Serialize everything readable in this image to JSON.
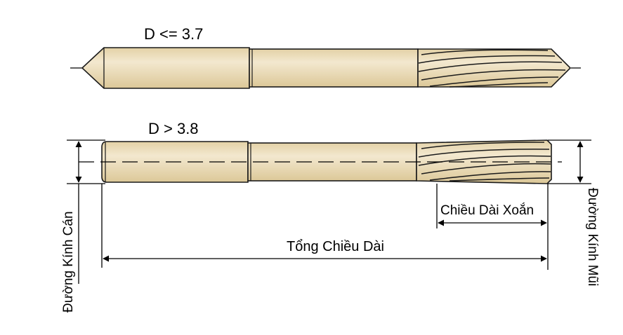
{
  "labels": {
    "top_diameter": "D <= 3.7",
    "bottom_diameter": "D > 3.8",
    "shank_diameter": "Đường Kính Cán",
    "flute_length": "Chiều Dài Xoắn",
    "overall_length": "Tổng Chiều Dài",
    "tip_diameter": "Đường Kính Mũi"
  },
  "colors": {
    "body_fill": "#ebdcb9",
    "body_stroke": "#1a1a1a",
    "line": "#000000"
  }
}
